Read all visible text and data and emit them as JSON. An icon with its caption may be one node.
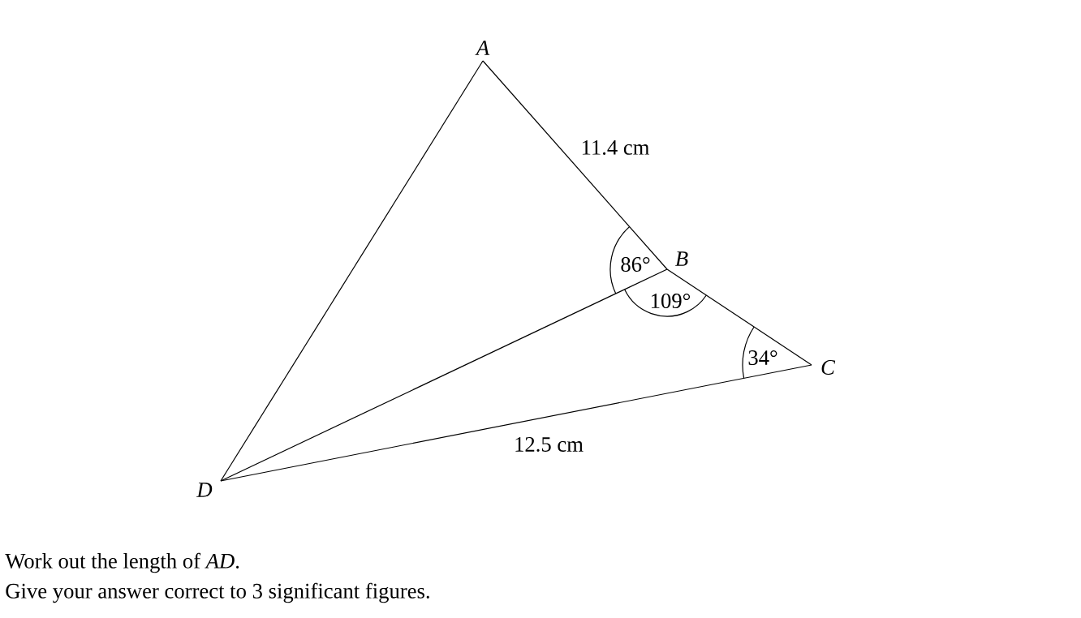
{
  "diagram": {
    "nodes": [
      {
        "text": [
          "A"
        ]
      },
      {
        "text": [
          "B"
        ]
      },
      {
        "text": [
          "C"
        ]
      },
      {
        "text": [
          "D"
        ]
      }
    ],
    "edges": [
      {
        "from": 0,
        "to": 1,
        "arrow": "none",
        "label": "11.4 cm"
      },
      {
        "from": 1,
        "to": 2,
        "arrow": "none"
      },
      {
        "from": 2,
        "to": 3,
        "arrow": "none",
        "label": "12.5 cm"
      },
      {
        "from": 3,
        "to": 0,
        "arrow": "none"
      },
      {
        "from": 3,
        "to": 1,
        "arrow": "none"
      }
    ],
    "labels": [
      "86°",
      "109°",
      "34°",
      "Work out the length of *AD*.",
      "Give your answer correct to 3 significant figures."
    ]
  }
}
